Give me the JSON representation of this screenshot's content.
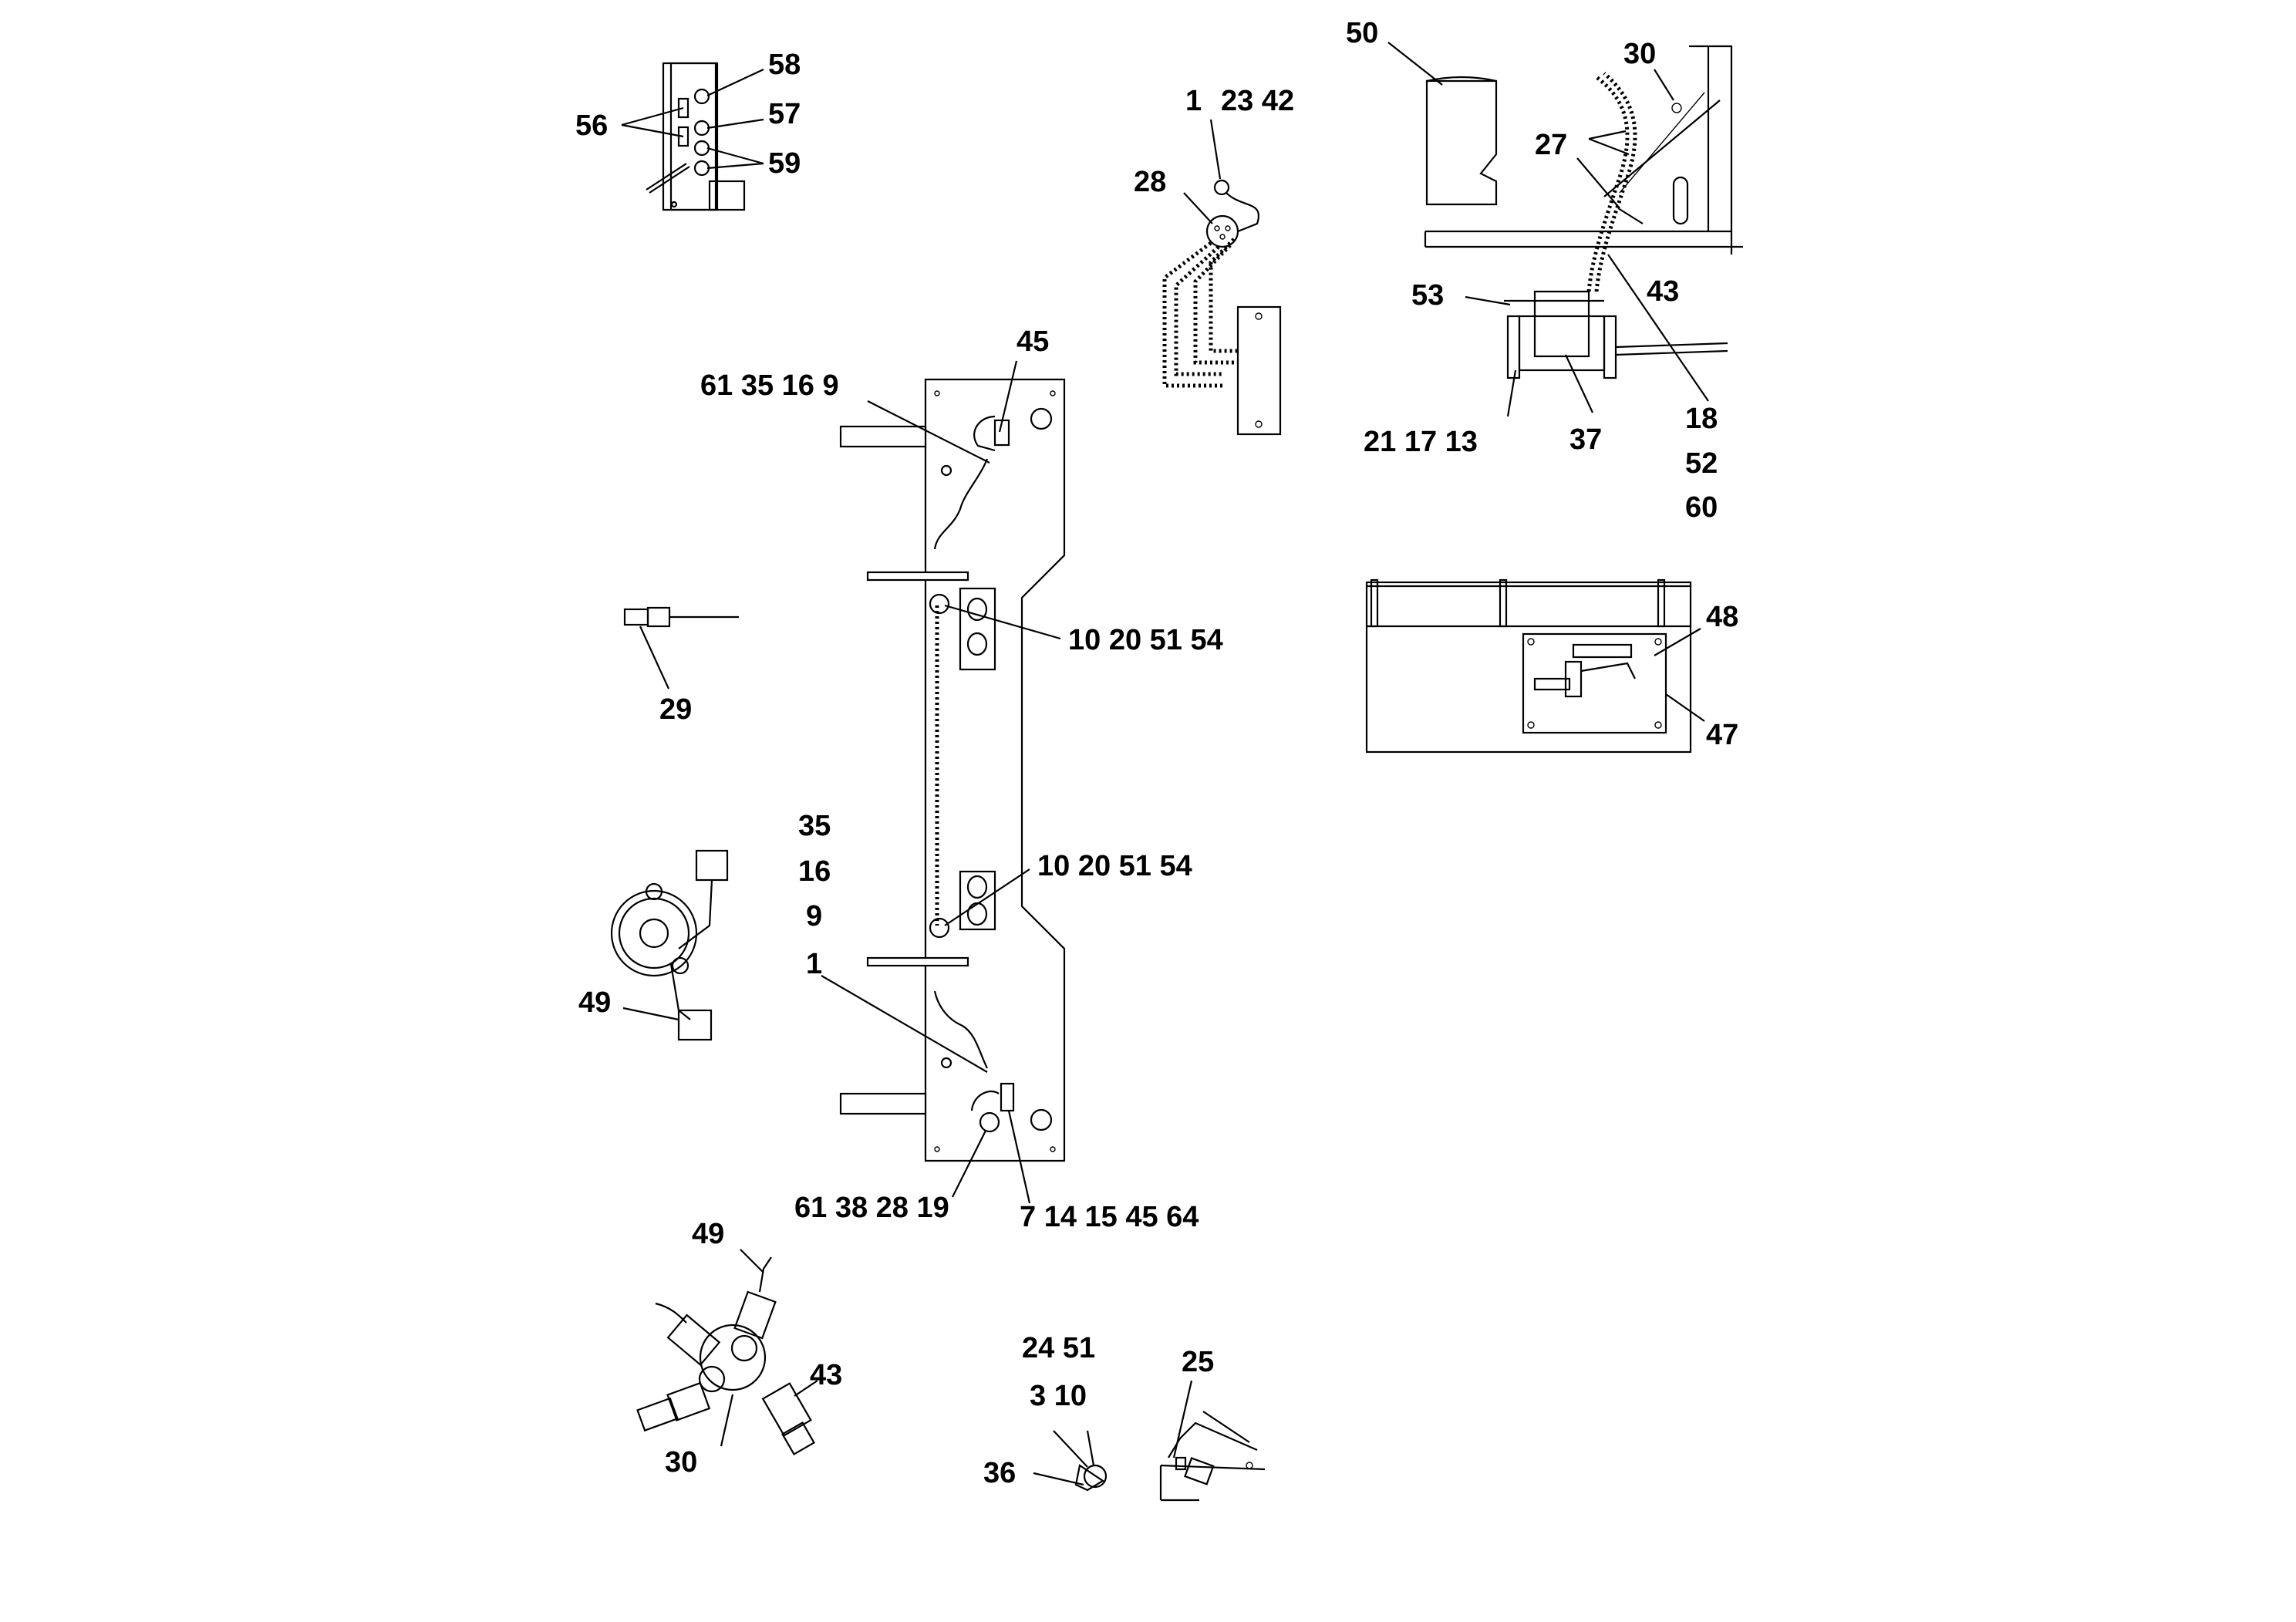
{
  "callouts": {
    "c58": "58",
    "c56": "56",
    "c57": "57",
    "c59": "59",
    "c1a": "1",
    "c23_42": "23 42",
    "c28a": "28",
    "c50": "50",
    "c30a": "30",
    "c27": "27",
    "c43a": "43",
    "c53": "53",
    "c18": "18",
    "c52": "52",
    "c60": "60",
    "c37": "37",
    "c21_17_13": "21 17 13",
    "c45a": "45",
    "c61_35_16_9": "61 35 16  9",
    "c10_top": "10 20 51 54",
    "c10_bot": "10 20 51 54",
    "c48": "48",
    "c47": "47",
    "c29": "29",
    "c35": "35",
    "c16": "16",
    "c9": "9",
    "c1b": "1",
    "c49a": "49",
    "c61_38_28_19": "61 38 28 19",
    "c7_64": "7  14 15 45 64",
    "c49b": "49",
    "c43b": "43",
    "c30b": "30",
    "c24_51": "24   51",
    "c3_10": "3    10",
    "c36": "36",
    "c25": "25"
  }
}
